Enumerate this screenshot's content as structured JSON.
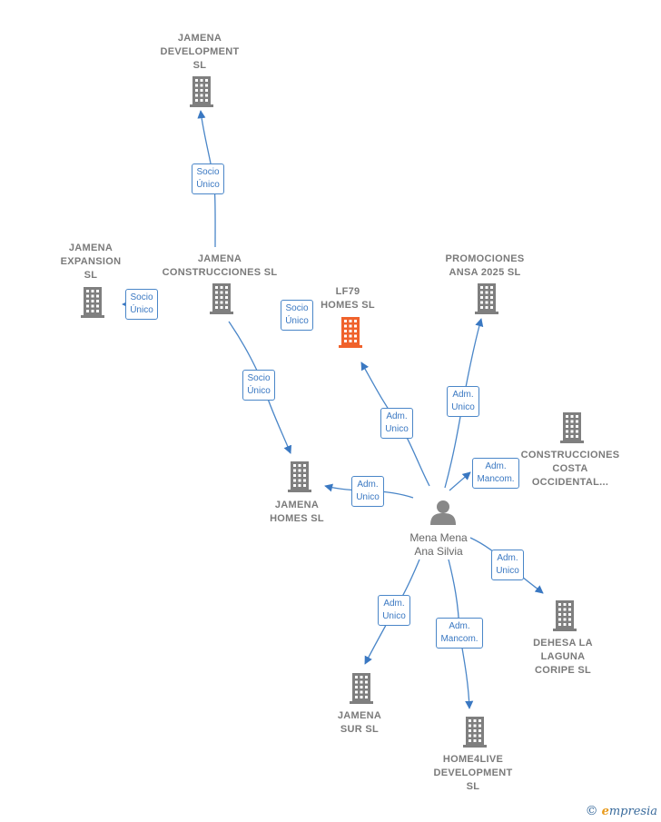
{
  "colors": {
    "building": "#7f7f7f",
    "focus": "#f0622b",
    "edge": "#4a86c8",
    "person": "#888888"
  },
  "nodes": [
    {
      "id": "jamena_dev",
      "lines": [
        "JAMENA",
        "DEVELOPMENT",
        "SL"
      ],
      "icon": "building-icon"
    },
    {
      "id": "jamena_exp",
      "lines": [
        "JAMENA",
        "EXPANSION",
        "SL"
      ],
      "icon": "building-icon"
    },
    {
      "id": "jamena_cons",
      "lines": [
        "JAMENA",
        "CONSTRUCCIONES SL"
      ],
      "icon": "building-icon"
    },
    {
      "id": "lf79",
      "lines": [
        "LF79",
        "HOMES  SL"
      ],
      "icon": "building-icon",
      "focus": true
    },
    {
      "id": "promo",
      "lines": [
        "PROMOCIONES",
        "ANSA 2025  SL"
      ],
      "icon": "building-icon"
    },
    {
      "id": "costa",
      "lines": [
        "CONSTRUCCIONES",
        "COSTA",
        "OCCIDENTAL..."
      ],
      "icon": "building-icon"
    },
    {
      "id": "jamena_homes",
      "lines": [
        "JAMENA",
        "HOMES  SL"
      ],
      "icon": "building-icon"
    },
    {
      "id": "dehesa",
      "lines": [
        "DEHESA LA",
        "LAGUNA",
        "CORIPE  SL"
      ],
      "icon": "building-icon"
    },
    {
      "id": "jamena_sur",
      "lines": [
        "JAMENA",
        "SUR  SL"
      ],
      "icon": "building-icon"
    },
    {
      "id": "home4live",
      "lines": [
        "HOME4LIVE",
        "DEVELOPMENT",
        "SL"
      ],
      "icon": "building-icon"
    }
  ],
  "person": {
    "id": "mena",
    "lines": [
      "Mena Mena",
      "Ana Silvia"
    ],
    "icon": "person-icon"
  },
  "edges": [
    {
      "id": "e1",
      "from": "jamena_cons",
      "to": "jamena_dev",
      "lines": [
        "Socio",
        "Único"
      ]
    },
    {
      "id": "e2",
      "from": "jamena_cons",
      "to": "jamena_exp",
      "lines": [
        "Socio",
        "Único"
      ]
    },
    {
      "id": "e3",
      "from": "jamena_cons",
      "to": "jamena_homes",
      "lines": [
        "Socio",
        "Único"
      ]
    },
    {
      "id": "e4",
      "from": "jamena_homes",
      "to": "lf79",
      "lines": [
        "Socio",
        "Único"
      ]
    },
    {
      "id": "e5",
      "from": "mena",
      "to": "lf79",
      "lines": [
        "Adm.",
        "Unico"
      ]
    },
    {
      "id": "e6",
      "from": "mena",
      "to": "promo",
      "lines": [
        "Adm.",
        "Unico"
      ]
    },
    {
      "id": "e7",
      "from": "mena",
      "to": "costa",
      "lines": [
        "Adm.",
        "Mancom."
      ]
    },
    {
      "id": "e8",
      "from": "mena",
      "to": "jamena_homes",
      "lines": [
        "Adm.",
        "Unico"
      ]
    },
    {
      "id": "e9",
      "from": "mena",
      "to": "dehesa",
      "lines": [
        "Adm.",
        "Unico"
      ]
    },
    {
      "id": "e10",
      "from": "mena",
      "to": "jamena_sur",
      "lines": [
        "Adm.",
        "Unico"
      ]
    },
    {
      "id": "e11",
      "from": "mena",
      "to": "home4live",
      "lines": [
        "Adm.",
        "Mancom."
      ]
    }
  ],
  "brand": {
    "copyright": "©",
    "first_letter": "e",
    "rest": "mpresia"
  }
}
